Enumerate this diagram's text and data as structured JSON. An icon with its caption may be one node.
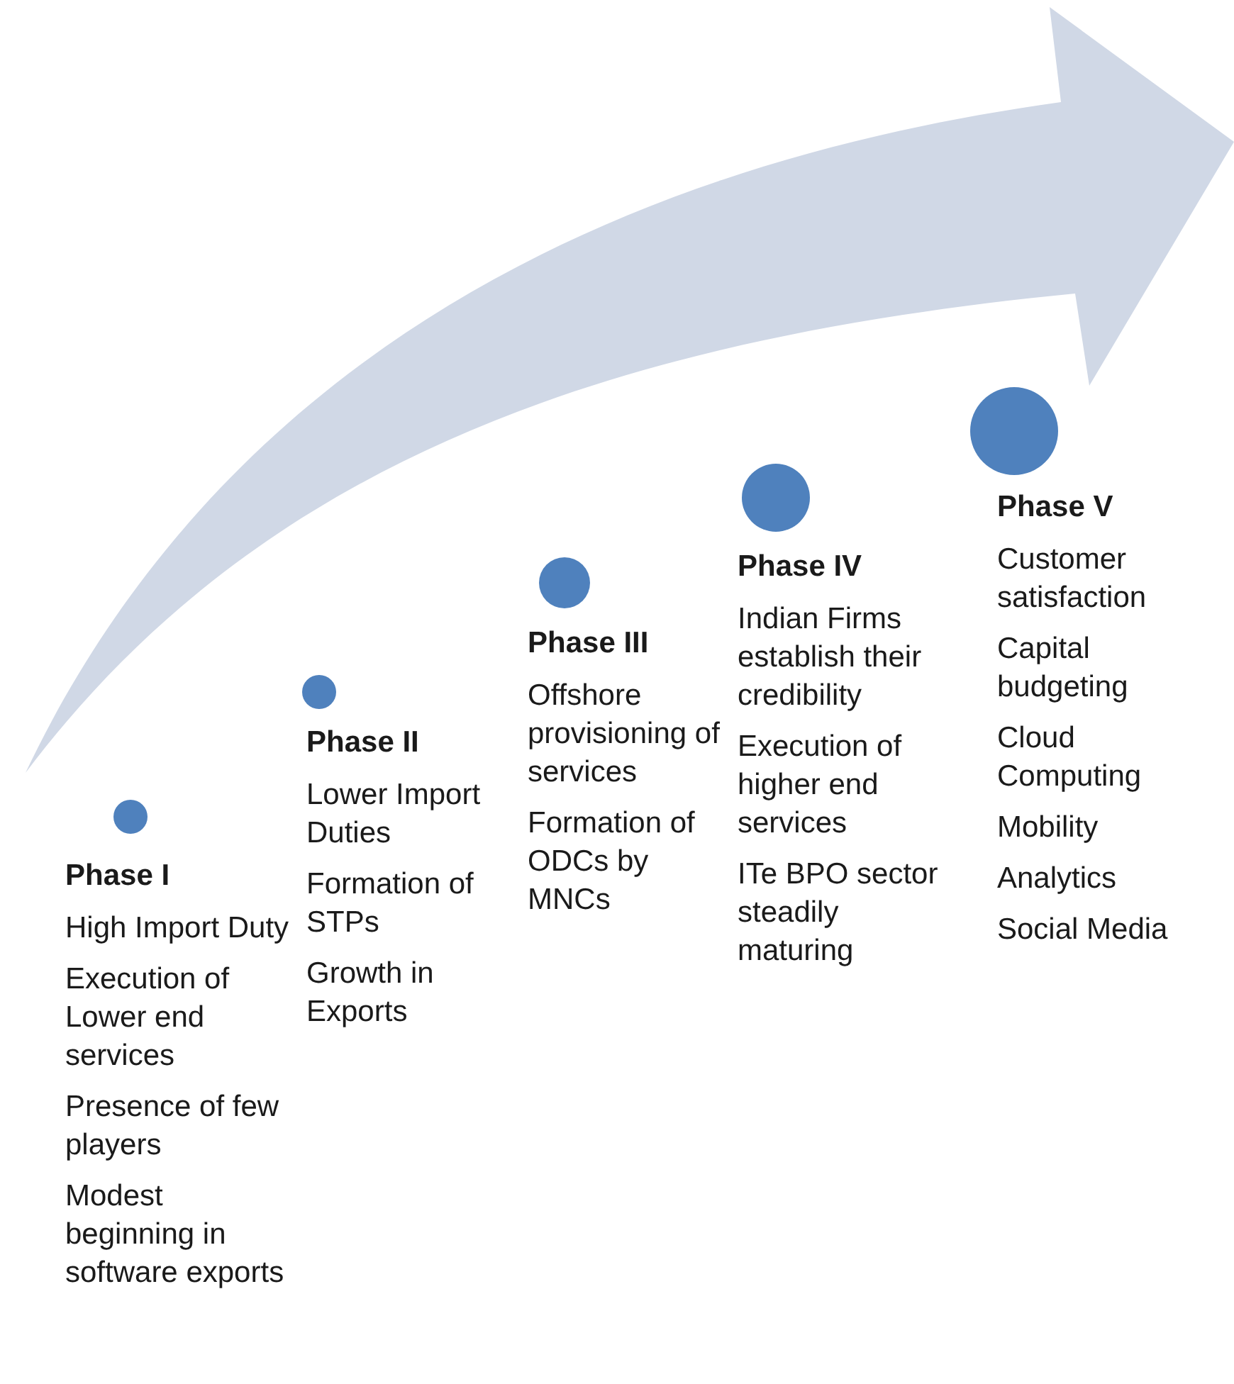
{
  "diagram": {
    "nodes": [
      {
        "text": [],
        "shape": "circle",
        "beside": [
          "Phase I",
          "High Import Duty",
          "Execution of Lower end services",
          "Presence of few players",
          "Modest beginning in software exports"
        ]
      },
      {
        "text": [],
        "shape": "circle",
        "beside": [
          "Phase II",
          "Lower Import Duties",
          "Formation of STPs",
          "Growth in Exports"
        ]
      },
      {
        "text": [],
        "shape": "circle",
        "beside": [
          "Phase III",
          "Offshore provisioning of services",
          "Formation of ODCs by MNCs"
        ]
      },
      {
        "text": [],
        "shape": "circle",
        "beside": [
          "Phase IV",
          "Indian Firms establish their credibility",
          "Execution of higher end services",
          "ITe BPO sector steadily maturing"
        ]
      },
      {
        "text": [],
        "shape": "circle",
        "beside": [
          "Phase V",
          "Customer satisfaction",
          "Capital budgeting",
          "Cloud Computing",
          "Mobility",
          "Analytics",
          "Social Media"
        ]
      }
    ]
  }
}
